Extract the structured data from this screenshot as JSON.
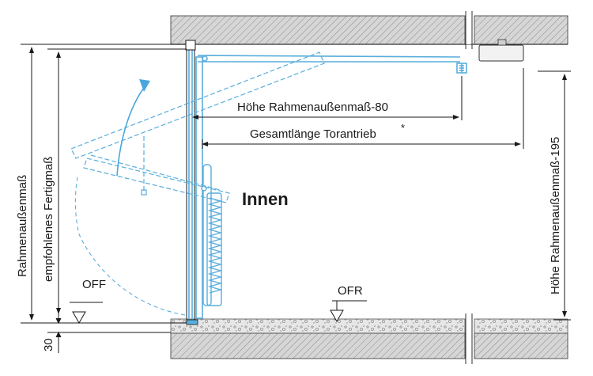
{
  "labels": {
    "hoehe_rahmen_80": "Höhe Rahmenaußenmaß-80",
    "gesamtlaenge": "Gesamtlänge Torantrieb",
    "gesamtlaenge_mark": "*",
    "innen": "Innen",
    "rahmenaussenmass": "Rahmenaußenmaß",
    "empfohlenes": "empfohlenes Fertigmaß",
    "hoehe_rahmen_195": "Höhe Rahmenaußenmaß-195",
    "off": "OFF",
    "ofr": "OFR",
    "dim_30": "30"
  },
  "colors": {
    "door_blue": "#5aaedc",
    "line_dark": "#1a1a1a",
    "hatch_fill": "#cfcfcf",
    "accent_arrow": "#4aa6dd"
  },
  "icons": {
    "motion_arrow": "curved-arrow-icon",
    "floor_marker": "level-triangle-icon"
  }
}
